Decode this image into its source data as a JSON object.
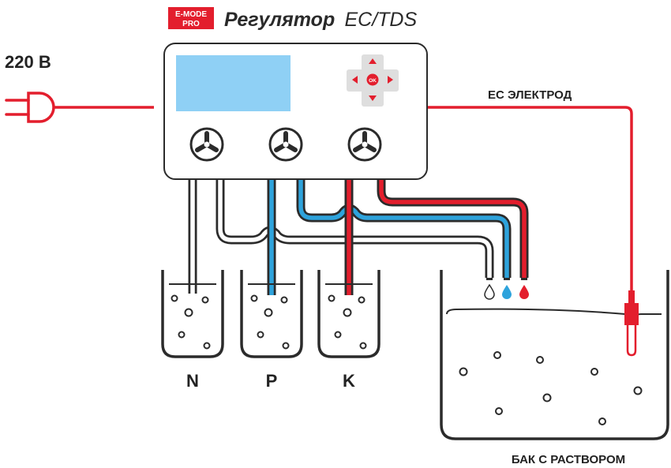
{
  "header": {
    "logo_line1": "E-MODE",
    "logo_line2": "PRO",
    "title_bold": "Регулятор",
    "title_rest": "EC/TDS"
  },
  "power": {
    "label": "220 В"
  },
  "controller": {
    "ok_label": "OK"
  },
  "electrode": {
    "label": "EC ЭЛЕКТРОД"
  },
  "bottles": [
    {
      "label": "N"
    },
    {
      "label": "P"
    },
    {
      "label": "K"
    }
  ],
  "tank": {
    "label": "БАК С РАСТВОРОМ"
  },
  "colors": {
    "stroke": "#2b2b2b",
    "red": "#e31e2d",
    "blue": "#2ea3dc",
    "screen": "#8fd0f5",
    "dpad": "#dedede",
    "white_tube": "#ffffff"
  }
}
